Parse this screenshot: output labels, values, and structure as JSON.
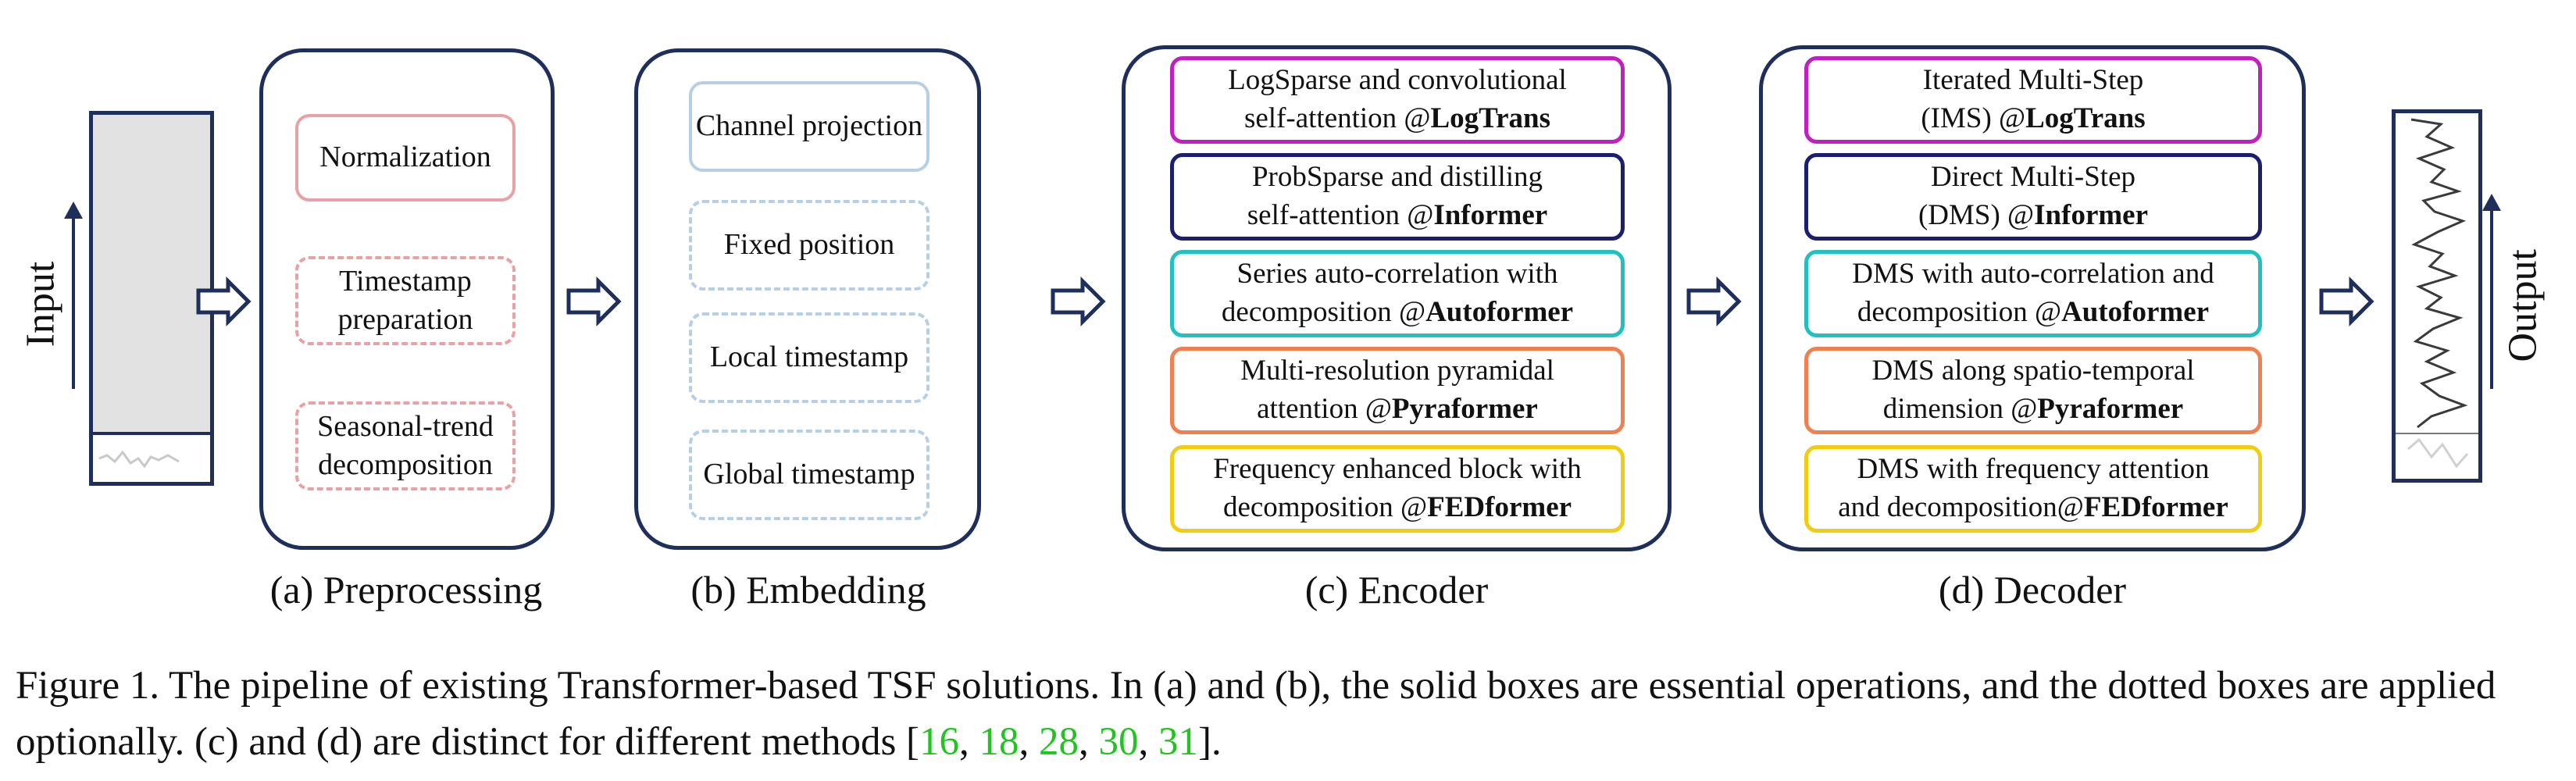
{
  "input_label": "Input",
  "output_label": "Output",
  "preprocessing": {
    "caption": "(a) Preprocessing",
    "items": [
      {
        "text": "Normalization",
        "style": "solid"
      },
      {
        "text": "Timestamp preparation",
        "style": "dashed"
      },
      {
        "text": "Seasonal-trend decomposition",
        "style": "dashed"
      }
    ]
  },
  "embedding": {
    "caption": "(b) Embedding",
    "items": [
      {
        "text": "Channel projection",
        "style": "solid"
      },
      {
        "text": "Fixed position",
        "style": "dashed"
      },
      {
        "text": "Local timestamp",
        "style": "dashed"
      },
      {
        "text": "Global timestamp",
        "style": "dashed"
      }
    ]
  },
  "encoder": {
    "caption": "(c) Encoder",
    "items": [
      {
        "line1": "LogSparse and convolutional",
        "line2": "self-attention @",
        "method": "LogTrans",
        "color": "#c21fc2"
      },
      {
        "line1": "ProbSparse and distilling",
        "line2": "self-attention @",
        "method": "Informer",
        "color": "#1b1f6e"
      },
      {
        "line1": "Series auto-correlation with",
        "line2": "decomposition @",
        "method": "Autoformer",
        "color": "#22c0c0"
      },
      {
        "line1": "Multi-resolution pyramidal",
        "line2": "attention @",
        "method": "Pyraformer",
        "color": "#f08050"
      },
      {
        "line1": "Frequency enhanced block with",
        "line2": "decomposition @",
        "method": "FEDformer",
        "color": "#f0cc14"
      }
    ]
  },
  "decoder": {
    "caption": "(d) Decoder",
    "items": [
      {
        "line1": "Iterated Multi-Step",
        "line2": "(IMS) @",
        "method": "LogTrans",
        "color": "#c21fc2"
      },
      {
        "line1": "Direct Multi-Step",
        "line2": "(DMS) @",
        "method": "Informer",
        "color": "#1b1f6e"
      },
      {
        "line1": "DMS with auto-correlation and",
        "line2": "decomposition @",
        "method": "Autoformer",
        "color": "#22c0c0"
      },
      {
        "line1": "DMS along spatio-temporal",
        "line2": "dimension @",
        "method": "Pyraformer",
        "color": "#f08050"
      },
      {
        "line1": "DMS with frequency attention",
        "line2": "and decomposition@",
        "method": "FEDformer",
        "color": "#f0cc14"
      }
    ]
  },
  "figure_caption": {
    "text": "Figure 1. The pipeline of existing Transformer-based TSF solutions. In (a) and (b), the solid boxes are essential operations, and the dotted boxes are applied optionally. (c) and (d) are distinct for different methods [",
    "refs": [
      "16",
      "18",
      "28",
      "30",
      "31"
    ],
    "end": "]."
  },
  "colors": {
    "stage_border": "#1f2f5c",
    "pink_box": "#e8a1a4",
    "blue_box": "#b5cfe6",
    "ref_green": "#22c422"
  }
}
